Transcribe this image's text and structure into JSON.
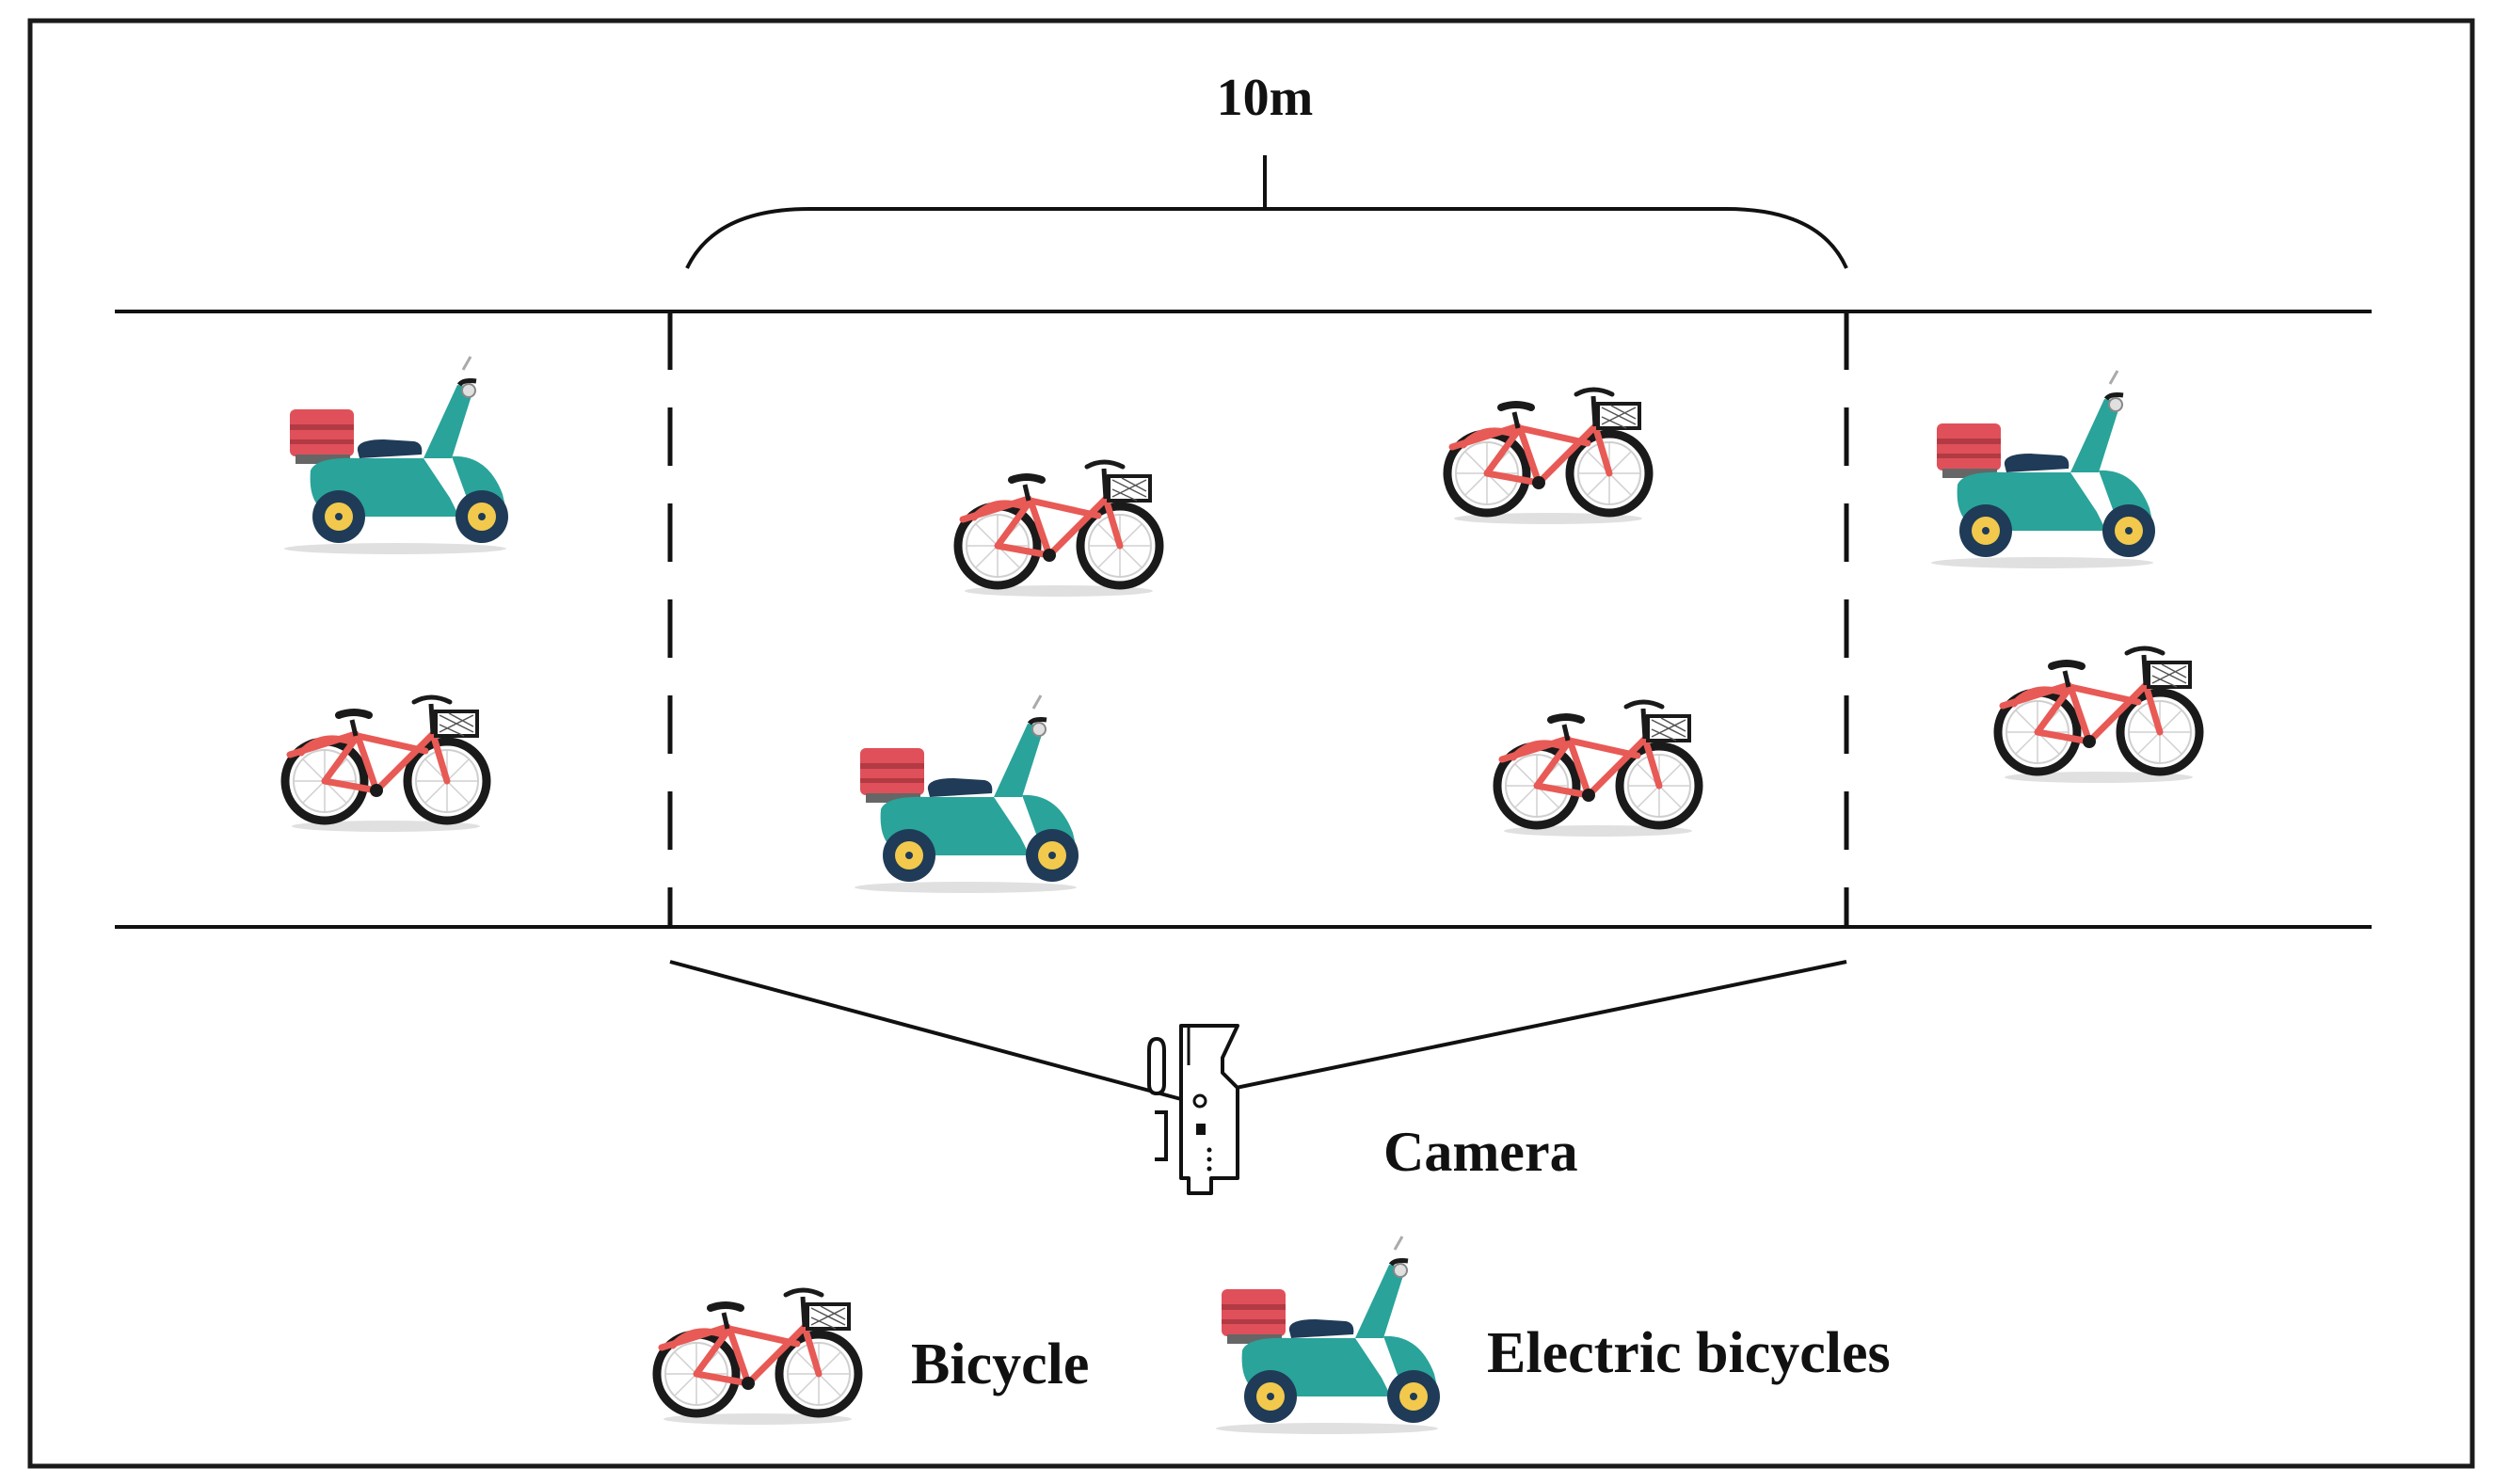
{
  "distance_label": "10m",
  "camera_label": "Camera",
  "legend": {
    "bicycle_label": "Bicycle",
    "ebike_label": "Electric bicycles"
  },
  "colors": {
    "bicycle_red": "#e85a55",
    "scooter_teal": "#2aa39a",
    "scooter_box_red": "#e0505a",
    "wheel_yellow": "#f2c94c",
    "line": "#111111"
  },
  "vehicles": {
    "outside_left": [
      "electric-bicycle",
      "bicycle"
    ],
    "inside_zone": [
      "bicycle",
      "bicycle",
      "electric-bicycle",
      "bicycle"
    ],
    "outside_right": [
      "electric-bicycle",
      "bicycle"
    ]
  }
}
